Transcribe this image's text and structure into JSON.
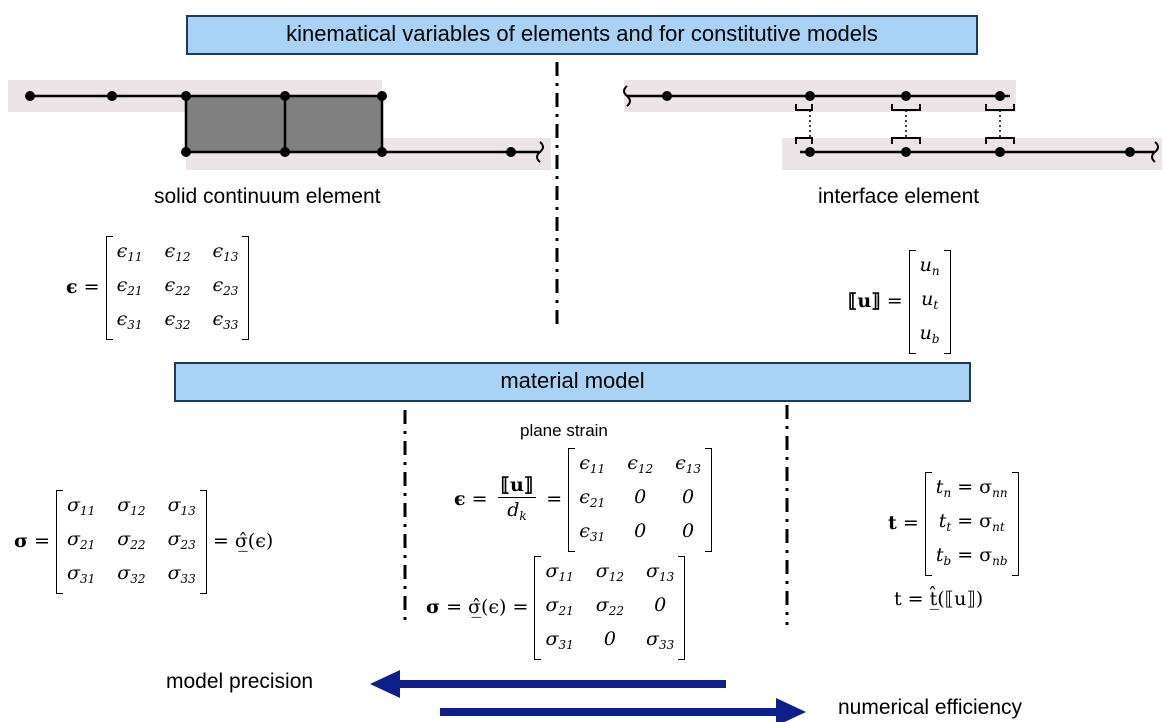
{
  "headers": {
    "kinematics": "kinematical variables of elements and for constitutive models",
    "material": "material model"
  },
  "labels": {
    "solid": "solid continuum element",
    "interface": "interface element",
    "plane_strain": "plane strain",
    "precision": "model precision",
    "efficiency": "numerical efficiency"
  },
  "math": {
    "eps_symbol": "ϵ",
    "equals": "=",
    "sigma_symbol": "σ",
    "jump_u": "⟦u⟧",
    "traction": "t",
    "d_k": "d",
    "d_k_sub": "k",
    "sigma_hat_eps": "= σ̲̂(ϵ)",
    "sigma_hat_eps_eq": "= σ̲̂(ϵ) =",
    "t_hat": "t = t̲̂(⟦u⟧)",
    "strain_matrix": [
      [
        "ϵ",
        "11"
      ],
      [
        "ϵ",
        "12"
      ],
      [
        "ϵ",
        "13"
      ],
      [
        "ϵ",
        "21"
      ],
      [
        "ϵ",
        "22"
      ],
      [
        "ϵ",
        "23"
      ],
      [
        "ϵ",
        "31"
      ],
      [
        "ϵ",
        "32"
      ],
      [
        "ϵ",
        "33"
      ]
    ],
    "jump_vector": [
      [
        "u",
        "n"
      ],
      [
        "u",
        "t"
      ],
      [
        "u",
        "b"
      ]
    ],
    "stress_matrix": [
      [
        "σ",
        "11"
      ],
      [
        "σ",
        "12"
      ],
      [
        "σ",
        "13"
      ],
      [
        "σ",
        "21"
      ],
      [
        "σ",
        "22"
      ],
      [
        "σ",
        "23"
      ],
      [
        "σ",
        "31"
      ],
      [
        "σ",
        "32"
      ],
      [
        "σ",
        "33"
      ]
    ],
    "plane_strain_matrix": [
      [
        "ϵ",
        "11"
      ],
      [
        "ϵ",
        "12"
      ],
      [
        "ϵ",
        "13"
      ],
      [
        "ϵ",
        "21"
      ],
      [
        "0",
        ""
      ],
      [
        "0",
        ""
      ],
      [
        "ϵ",
        "31"
      ],
      [
        "0",
        ""
      ],
      [
        "0",
        ""
      ]
    ],
    "plane_stress_matrix": [
      [
        "σ",
        "11"
      ],
      [
        "σ",
        "12"
      ],
      [
        "σ",
        "13"
      ],
      [
        "σ",
        "21"
      ],
      [
        "σ",
        "22"
      ],
      [
        "0",
        ""
      ],
      [
        "σ",
        "31"
      ],
      [
        "0",
        ""
      ],
      [
        "σ",
        "33"
      ]
    ],
    "traction_vector": [
      [
        "t",
        "n",
        "= σ",
        "nn"
      ],
      [
        "t",
        "t",
        "= σ",
        "nt"
      ],
      [
        "t",
        "b",
        "= σ",
        "nb"
      ]
    ]
  },
  "colors": {
    "banner_fill": "#a9d3f5",
    "arrow": "#0d1f8a",
    "element_fill": "#808080",
    "shade": "#ece4e6"
  }
}
